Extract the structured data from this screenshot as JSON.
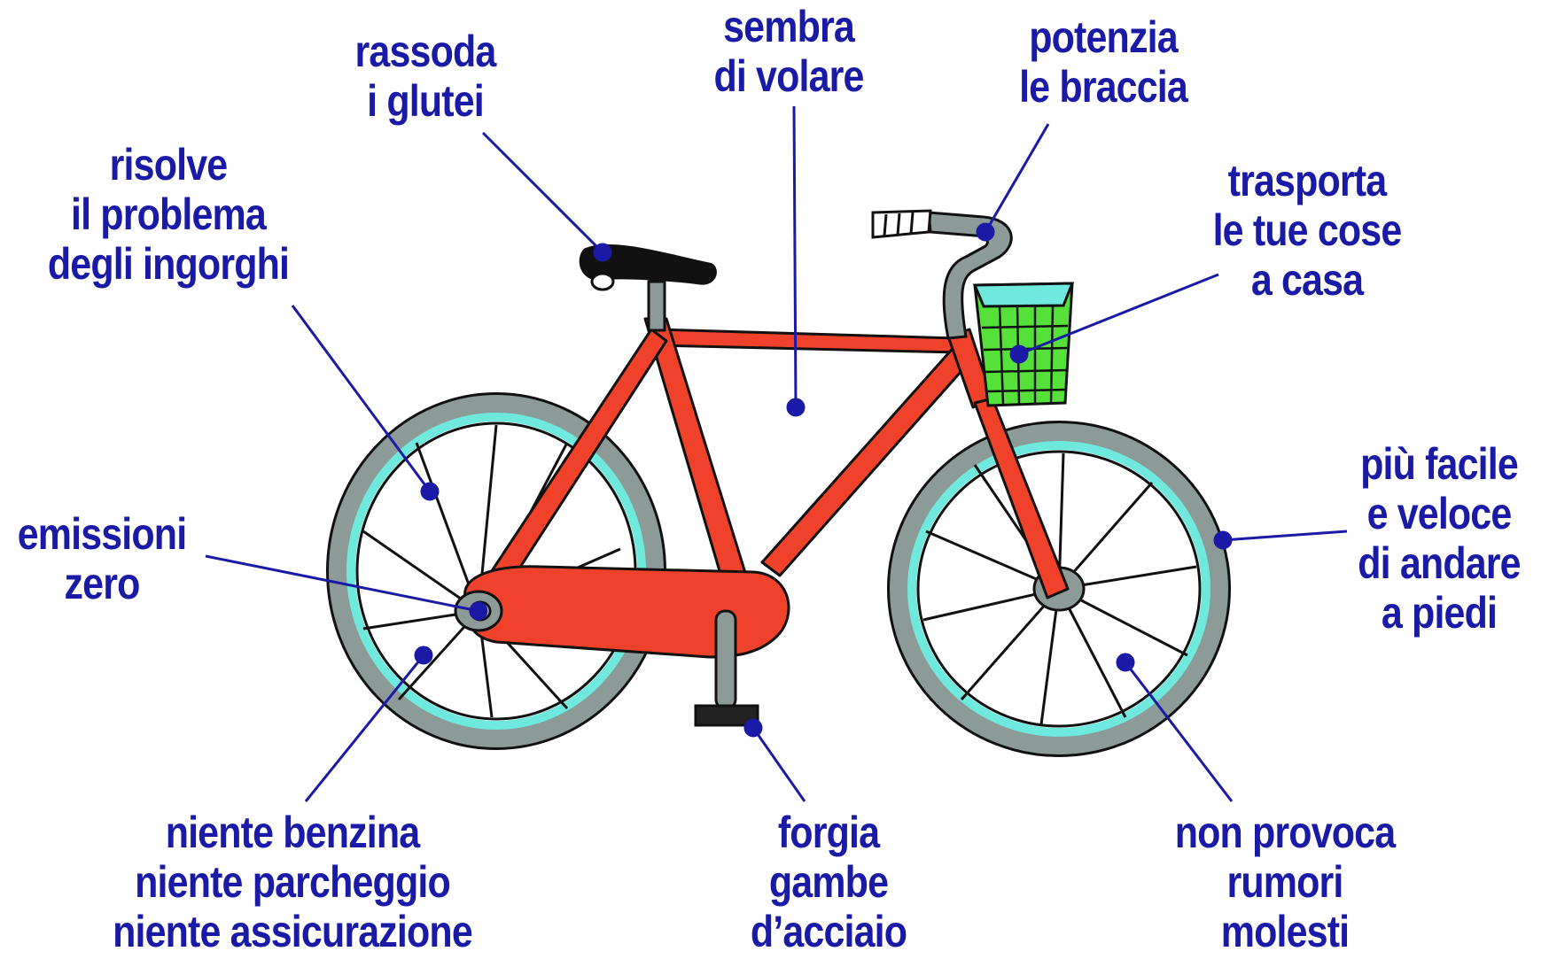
{
  "colors": {
    "label": "#1a1aa6",
    "frame": "#f0412a",
    "tire": "#8c9a98",
    "rim": "#6fe8de",
    "basket": "#55e03a",
    "outline": "#111111"
  },
  "labels": {
    "glutes": [
      "rassoda",
      "i glutei"
    ],
    "fly": [
      "sembra",
      "di volare"
    ],
    "arms": [
      "potenzia",
      "le braccia"
    ],
    "traffic": [
      "risolve",
      "il problema",
      "degli ingorghi"
    ],
    "carry": [
      "trasporta",
      "le tue cose",
      "a casa"
    ],
    "emissions": [
      "emissioni",
      "zero"
    ],
    "walking": [
      "più facile",
      "e veloce",
      "di andare",
      "a piedi"
    ],
    "petrol": [
      "niente benzina",
      "niente parcheggio",
      "niente assicurazione"
    ],
    "legs": [
      "forgia",
      "gambe",
      "d’acciaio"
    ],
    "noise": [
      "non provoca",
      "rumori",
      "molesti"
    ]
  }
}
